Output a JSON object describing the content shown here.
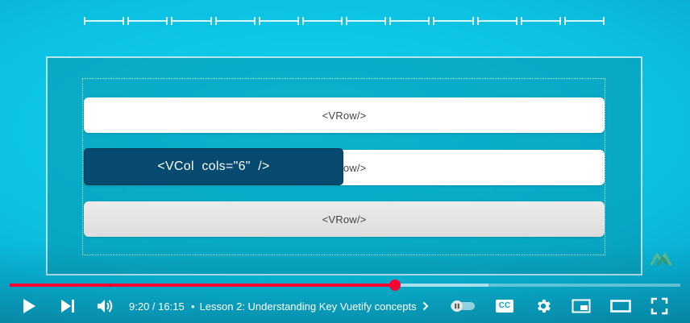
{
  "slide": {
    "rows": [
      {
        "label": "<VRow/>"
      },
      {
        "label": "<VRow/>"
      },
      {
        "label": "<VRow/>"
      }
    ],
    "column_label": "<VCol  cols=\"6\"  />",
    "ruler_segments": 12
  },
  "player": {
    "time_current": "9:20",
    "time_separator": " / ",
    "time_total": "16:15",
    "chapter_bullet": "•",
    "chapter_title": "Lesson 2: Understanding Key Vuetify concepts",
    "progress_played": 0.5745,
    "progress_buffered": 0.7135,
    "captions_label": "CC",
    "colors": {
      "played": "#ff0033",
      "background": "#0bbfe0",
      "column_fill": "#074a70"
    },
    "icons": [
      "play-icon",
      "next-icon",
      "volume-icon",
      "chevron-right-icon",
      "autoplay-toggle-icon",
      "captions-icon",
      "settings-icon",
      "miniplayer-icon",
      "theater-icon",
      "fullscreen-icon"
    ]
  }
}
